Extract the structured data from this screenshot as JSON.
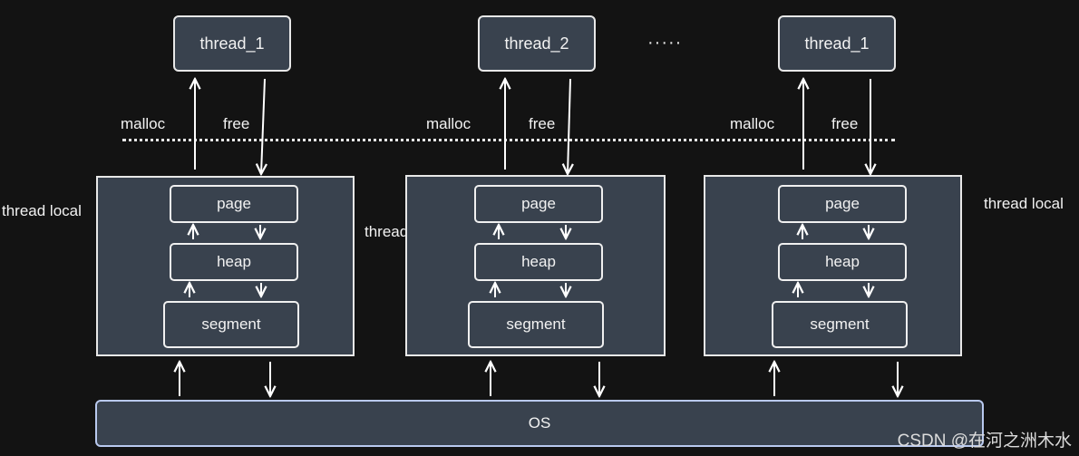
{
  "threads": [
    "thread_1",
    "thread_2",
    "thread_1"
  ],
  "ellipsis": "·····",
  "labels": {
    "malloc": "malloc",
    "free": "free",
    "thread_local": "thread local"
  },
  "layers": {
    "page": "page",
    "heap": "heap",
    "segment": "segment"
  },
  "os": "OS",
  "watermark": "CSDN @在河之洲木水",
  "colors": {
    "background": "#131313",
    "box_fill": "#39424e",
    "stroke": "#e8e8e8",
    "os_border": "#b9c9ef"
  }
}
